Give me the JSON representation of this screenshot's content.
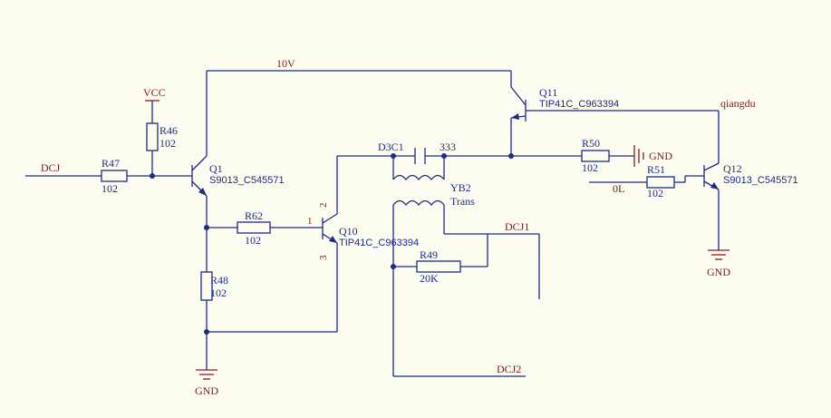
{
  "nets": {
    "dcj": "DCJ",
    "v10": "10V",
    "vcc": "VCC",
    "gnd_left": "GND",
    "gnd_r50": "GND",
    "gnd_q12": "GND",
    "dcj1": "DCJ1",
    "dcj2": "DCJ2",
    "qiangdu": "qiangdu",
    "ol": "0L"
  },
  "resistors": {
    "r47": {
      "designator": "R47",
      "value": "102"
    },
    "r46": {
      "designator": "R46",
      "value": "102"
    },
    "r62": {
      "designator": "R62",
      "value": "102"
    },
    "r48": {
      "designator": "R48",
      "value": "102"
    },
    "r49": {
      "designator": "R49",
      "value": "20K"
    },
    "r50": {
      "designator": "R50",
      "value": "102"
    },
    "r51": {
      "designator": "R51",
      "value": "102"
    }
  },
  "transistors": {
    "q1": {
      "designator": "Q1",
      "part": "S9013_C545571"
    },
    "q10": {
      "designator": "Q10",
      "part": "TIP41C_C963394"
    },
    "q11": {
      "designator": "Q11",
      "part": "TIP41C_C963394"
    },
    "q12": {
      "designator": "Q12",
      "part": "S9013_C545571"
    }
  },
  "capacitor": {
    "designator": "D3C1",
    "value": "333"
  },
  "transformer": {
    "designator": "YB2",
    "type": "Trans"
  },
  "pins": {
    "q10_base": "1",
    "q10_collector": "2",
    "q10_emitter": "3"
  }
}
